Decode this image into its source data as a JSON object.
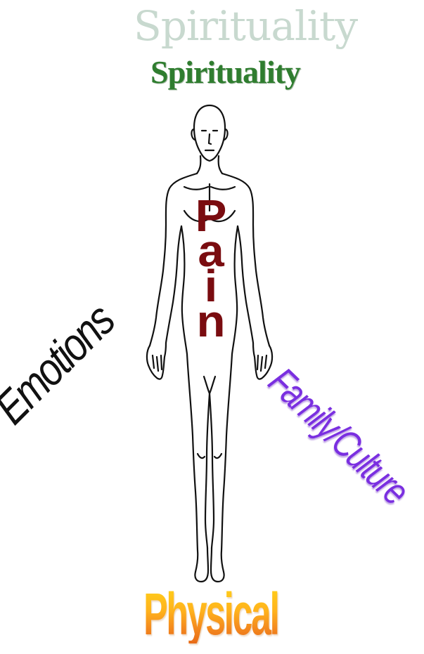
{
  "labels": {
    "spirituality_ghost": "Spirituality",
    "spirituality": "Spirituality",
    "pain": [
      "P",
      "a",
      "i",
      "n"
    ],
    "emotions": "Emotions",
    "family_culture": "Family/Culture",
    "physical": "Physical"
  },
  "colors": {
    "spirituality_ghost": "#c8d9cf",
    "spirituality": "#2f7d2f",
    "pain": "#7a0c10",
    "emotions": "#111111",
    "family_culture": "#7a2fe0",
    "physical": "#f7a41f",
    "body_outline": "#111111"
  },
  "icons": {
    "figure": "human-body-outline-icon"
  }
}
